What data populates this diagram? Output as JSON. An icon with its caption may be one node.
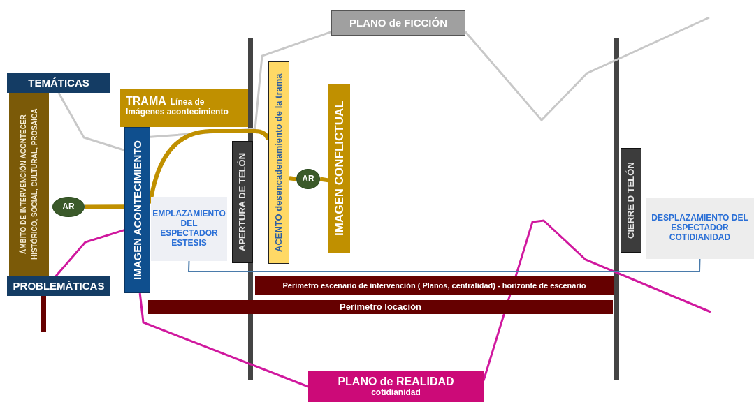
{
  "diagram": {
    "nodes": [
      {
        "text": [
          "TEMÁTICAS"
        ]
      },
      {
        "text": [
          "ÁMBITO DE INTERVENCIÓN ACONTECER HISTÓRICO, SOCIAL, CULTURAL, PROSAICA"
        ]
      },
      {
        "text": [
          "PROBLEMÁTICAS"
        ]
      },
      {
        "text": [
          "AR"
        ]
      },
      {
        "text": [
          "TRAMA",
          "Línea de Imágenes acontecimiento"
        ]
      },
      {
        "text": [
          "IMAGEN ACONTECIMIENTO"
        ]
      },
      {
        "text": [
          "EMPLAZAMIENTO DEL ESPECTADOR ESTESIS"
        ]
      },
      {
        "text": [
          "APERTURA DE TELÓN"
        ]
      },
      {
        "text": [
          "ACENTO desencadenamiento de la trama"
        ]
      },
      {
        "text": [
          "AR"
        ]
      },
      {
        "text": [
          "IMAGEN CONFLICTUAL"
        ]
      },
      {
        "text": [
          "PLANO de FICCIÓN"
        ]
      },
      {
        "text": [
          "CIERRE D TELÓN"
        ]
      },
      {
        "text": [
          "DESPLAZAMIENTO DEL ESPECTADOR COTIDIANIDAD"
        ]
      },
      {
        "text": [
          "Perímetro escenario de intervención ( Planos, centralidad) -  horizonte de escenario"
        ]
      },
      {
        "text": [
          "Perímetro locación"
        ]
      },
      {
        "text": [
          "PLANO de REALIDAD",
          "cotidianidad"
        ]
      }
    ],
    "edges": [
      {
        "from": 0,
        "to": 5,
        "arrow": "none",
        "color": "#c8c8c8"
      },
      {
        "from": 5,
        "to": 11,
        "arrow": "none",
        "color": "#c8c8c8"
      },
      {
        "from": 11,
        "to": null,
        "arrow": "none",
        "color": "#c8c8c8"
      },
      {
        "from": 2,
        "to": 5,
        "arrow": "none",
        "color": "#d0189e"
      },
      {
        "from": 5,
        "to": 16,
        "arrow": "none",
        "color": "#d0189e"
      },
      {
        "from": 16,
        "to": null,
        "arrow": "none",
        "color": "#d0189e"
      },
      {
        "from": 3,
        "to": 5,
        "arrow": "none",
        "style": "thick",
        "color": "#c09000"
      },
      {
        "from": 5,
        "to": 8,
        "arrow": "none",
        "style": "thick",
        "color": "#c09000"
      },
      {
        "from": 8,
        "to": 9,
        "arrow": "none",
        "style": "thick",
        "color": "#c09000"
      },
      {
        "from": 9,
        "to": 10,
        "arrow": "none",
        "style": "thick",
        "color": "#c09000"
      },
      {
        "from": 6,
        "to": 13,
        "arrow": "none",
        "color": "#4a7bab"
      }
    ]
  }
}
